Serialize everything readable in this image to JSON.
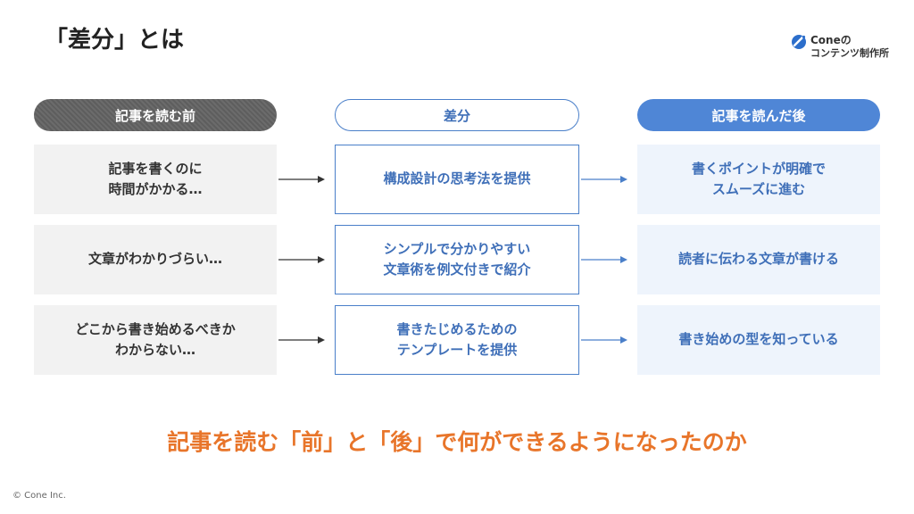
{
  "title": "「差分」とは",
  "logo": {
    "line1": "Coneの",
    "line2": "コンテンツ制作所",
    "colors": {
      "mark": "#2c6ecb"
    }
  },
  "headers": {
    "before": "記事を読む前",
    "diff": "差分",
    "after": "記事を読んだ後"
  },
  "rows": [
    {
      "before": "記事を書くのに\n時間がかかる…",
      "diff": "構成設計の思考法を提供",
      "after": "書くポイントが明確で\nスムーズに進む"
    },
    {
      "before": "文章がわかりづらい…",
      "diff": "シンプルで分かりやすい\n文章術を例文付きで紹介",
      "after": "読者に伝わる文章が書ける"
    },
    {
      "before": "どこから書き始めるべきか\nわからない…",
      "diff": "書きたじめるための\nテンプレートを提供",
      "after": "書き始めの型を知っている"
    }
  ],
  "bottom_text": "記事を読む「前」と「後」で何ができるようになったのか",
  "copyright": "© Cone Inc.",
  "colors": {
    "accent_blue": "#4f86d6",
    "orange": "#e8752a",
    "gray": "#666666"
  }
}
